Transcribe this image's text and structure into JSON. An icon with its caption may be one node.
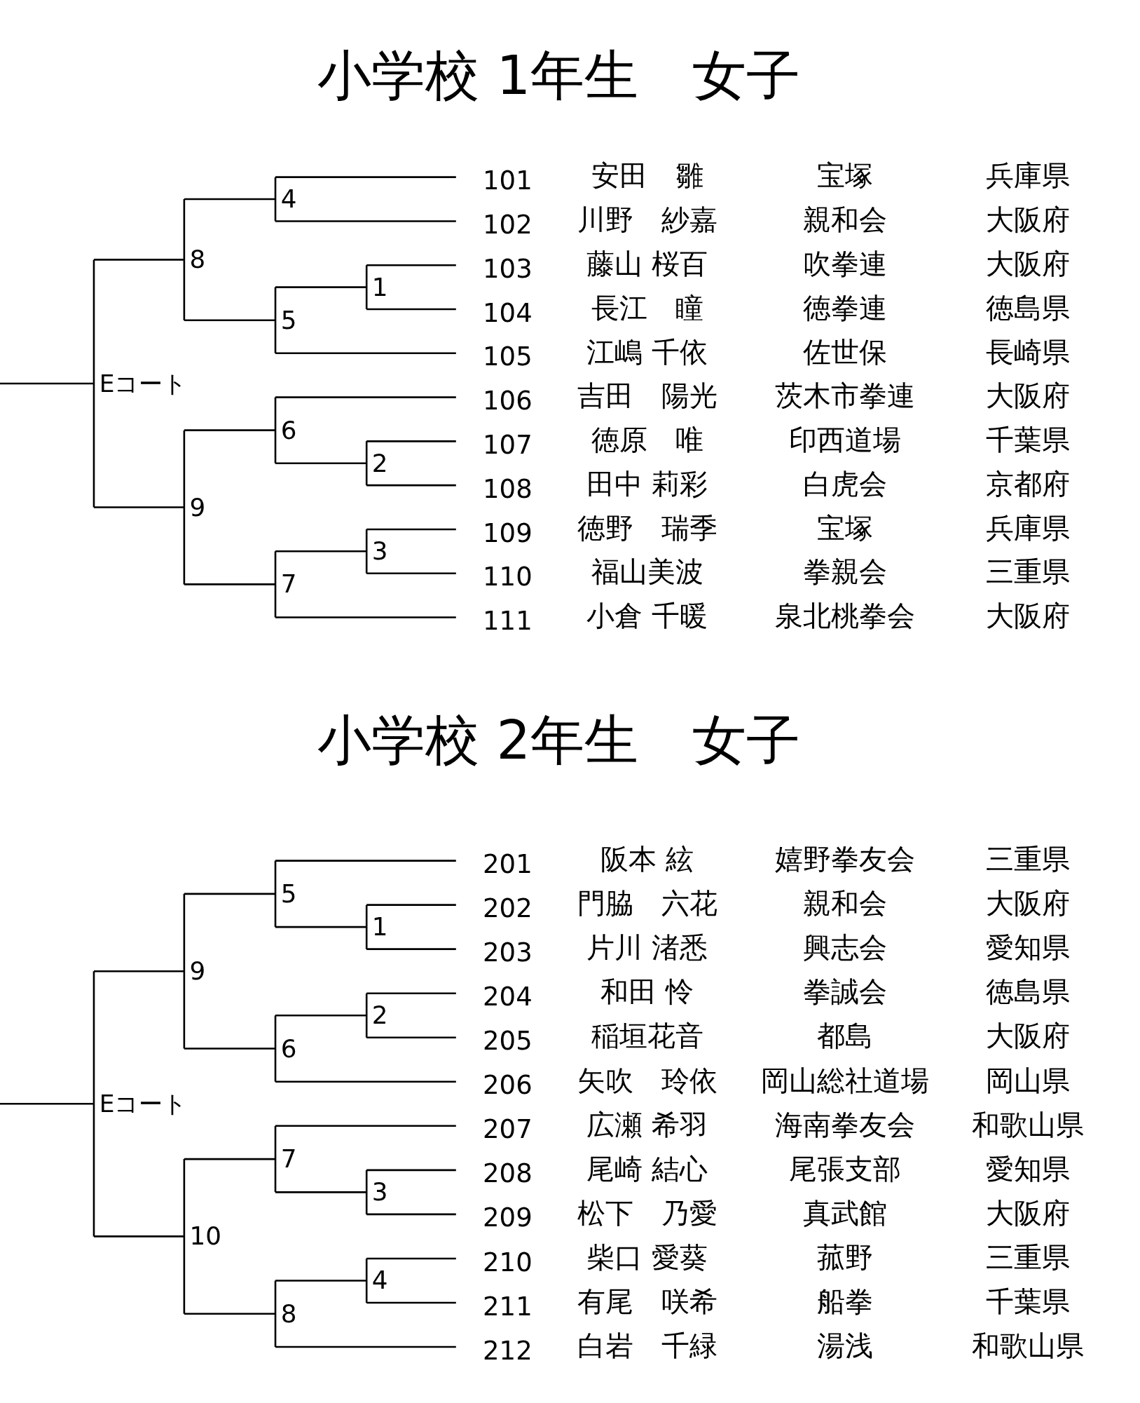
{
  "diagram": {
    "labels": [
      "小学校 1年生　女子",
      "101",
      "安田　雛",
      "宝塚",
      "兵庫県",
      "102",
      "川野　紗嘉",
      "親和会",
      "大阪府",
      "103",
      "藤山 桜百",
      "吹拳連",
      "大阪府",
      "104",
      "長江　瞳",
      "徳拳連",
      "徳島県",
      "105",
      "江嶋 千依",
      "佐世保",
      "長崎県",
      "106",
      "吉田　陽光",
      "茨木市拳連",
      "大阪府",
      "107",
      "徳原　唯",
      "印西道場",
      "千葉県",
      "108",
      "田中 莉彩",
      "白虎会",
      "京都府",
      "109",
      "徳野　瑞季",
      "宝塚",
      "兵庫県",
      "110",
      "福山美波",
      "拳親会",
      "三重県",
      "111",
      "小倉 千暖",
      "泉北桃拳会",
      "大阪府",
      "4",
      "8",
      "1",
      "5",
      "Eコート",
      "6",
      "2",
      "9",
      "3",
      "7",
      "小学校 2年生　女子",
      "201",
      "阪本 絃",
      "嬉野拳友会",
      "三重県",
      "202",
      "門脇　六花",
      "親和会",
      "大阪府",
      "203",
      "片川 渚悉",
      "興志会",
      "愛知県",
      "204",
      "和田 怜",
      "拳誠会",
      "徳島県",
      "205",
      "稲垣花音",
      "都島",
      "大阪府",
      "206",
      "矢吹　玲依",
      "岡山総社道場",
      "岡山県",
      "207",
      "広瀬 希羽",
      "海南拳友会",
      "和歌山県",
      "208",
      "尾崎 結心",
      "尾張支部",
      "愛知県",
      "209",
      "松下　乃愛",
      "真武館",
      "大阪府",
      "210",
      "柴口 愛葵",
      "菰野",
      "三重県",
      "211",
      "有尾　咲希",
      "船拳",
      "千葉県",
      "212",
      "白岩　千緑",
      "湯浅",
      "和歌山県",
      "5",
      "1",
      "9",
      "2",
      "6",
      "Eコート",
      "7",
      "3",
      "10",
      "4",
      "8"
    ]
  }
}
